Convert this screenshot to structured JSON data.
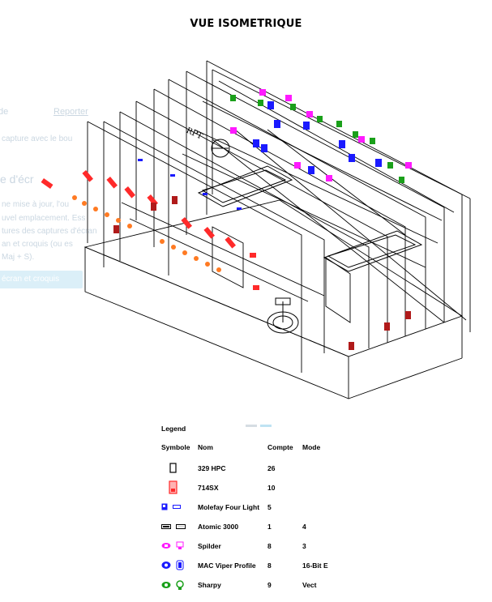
{
  "title": "VUE ISOMETRIQUE",
  "drawing": {
    "label": "RPT"
  },
  "background_ghost": {
    "texts": [
      "de",
      "Reporter",
      "capture avec le bou",
      "e d'écr",
      "ne mise à jour, l'ou",
      "uvel emplacement. Ess",
      "tures des captures d'écran",
      "an et croquis (ou es",
      "Maj + S).",
      "écran et croquis"
    ]
  },
  "legend": {
    "title": "Legend",
    "headers": {
      "symbol": "Symbole",
      "name": "Nom",
      "count": "Compte",
      "mode": "Mode"
    },
    "rows": [
      {
        "icon": "329-hpc-icon",
        "name": "329 HPC",
        "count": "26",
        "mode": "",
        "color": "#000000"
      },
      {
        "icon": "714sx-icon",
        "name": "714SX",
        "count": "10",
        "mode": "",
        "color": "#ff2a2a"
      },
      {
        "icon": "molefay-icon",
        "name": "Molefay Four Light",
        "count": "5",
        "mode": "",
        "color": "#1a1aff"
      },
      {
        "icon": "atomic-3000-icon",
        "name": "Atomic 3000",
        "count": "1",
        "mode": "4",
        "color": "#000000"
      },
      {
        "icon": "spider-icon",
        "name": "Spilder",
        "count": "8",
        "mode": "3",
        "color": "#ff1aff"
      },
      {
        "icon": "mac-viper-icon",
        "name": "MAC Viper Profile",
        "count": "8",
        "mode": "16-Bit E",
        "color": "#1a1aff"
      },
      {
        "icon": "sharpy-icon",
        "name": "Sharpy",
        "count": "9",
        "mode": "Vect",
        "color": "#1aa01a"
      }
    ]
  },
  "colors": {
    "line": "#000000",
    "red": "#ff2a2a",
    "orange": "#ff7a22",
    "blue": "#1a1aff",
    "magenta": "#ff1aff",
    "green": "#1aa01a"
  }
}
